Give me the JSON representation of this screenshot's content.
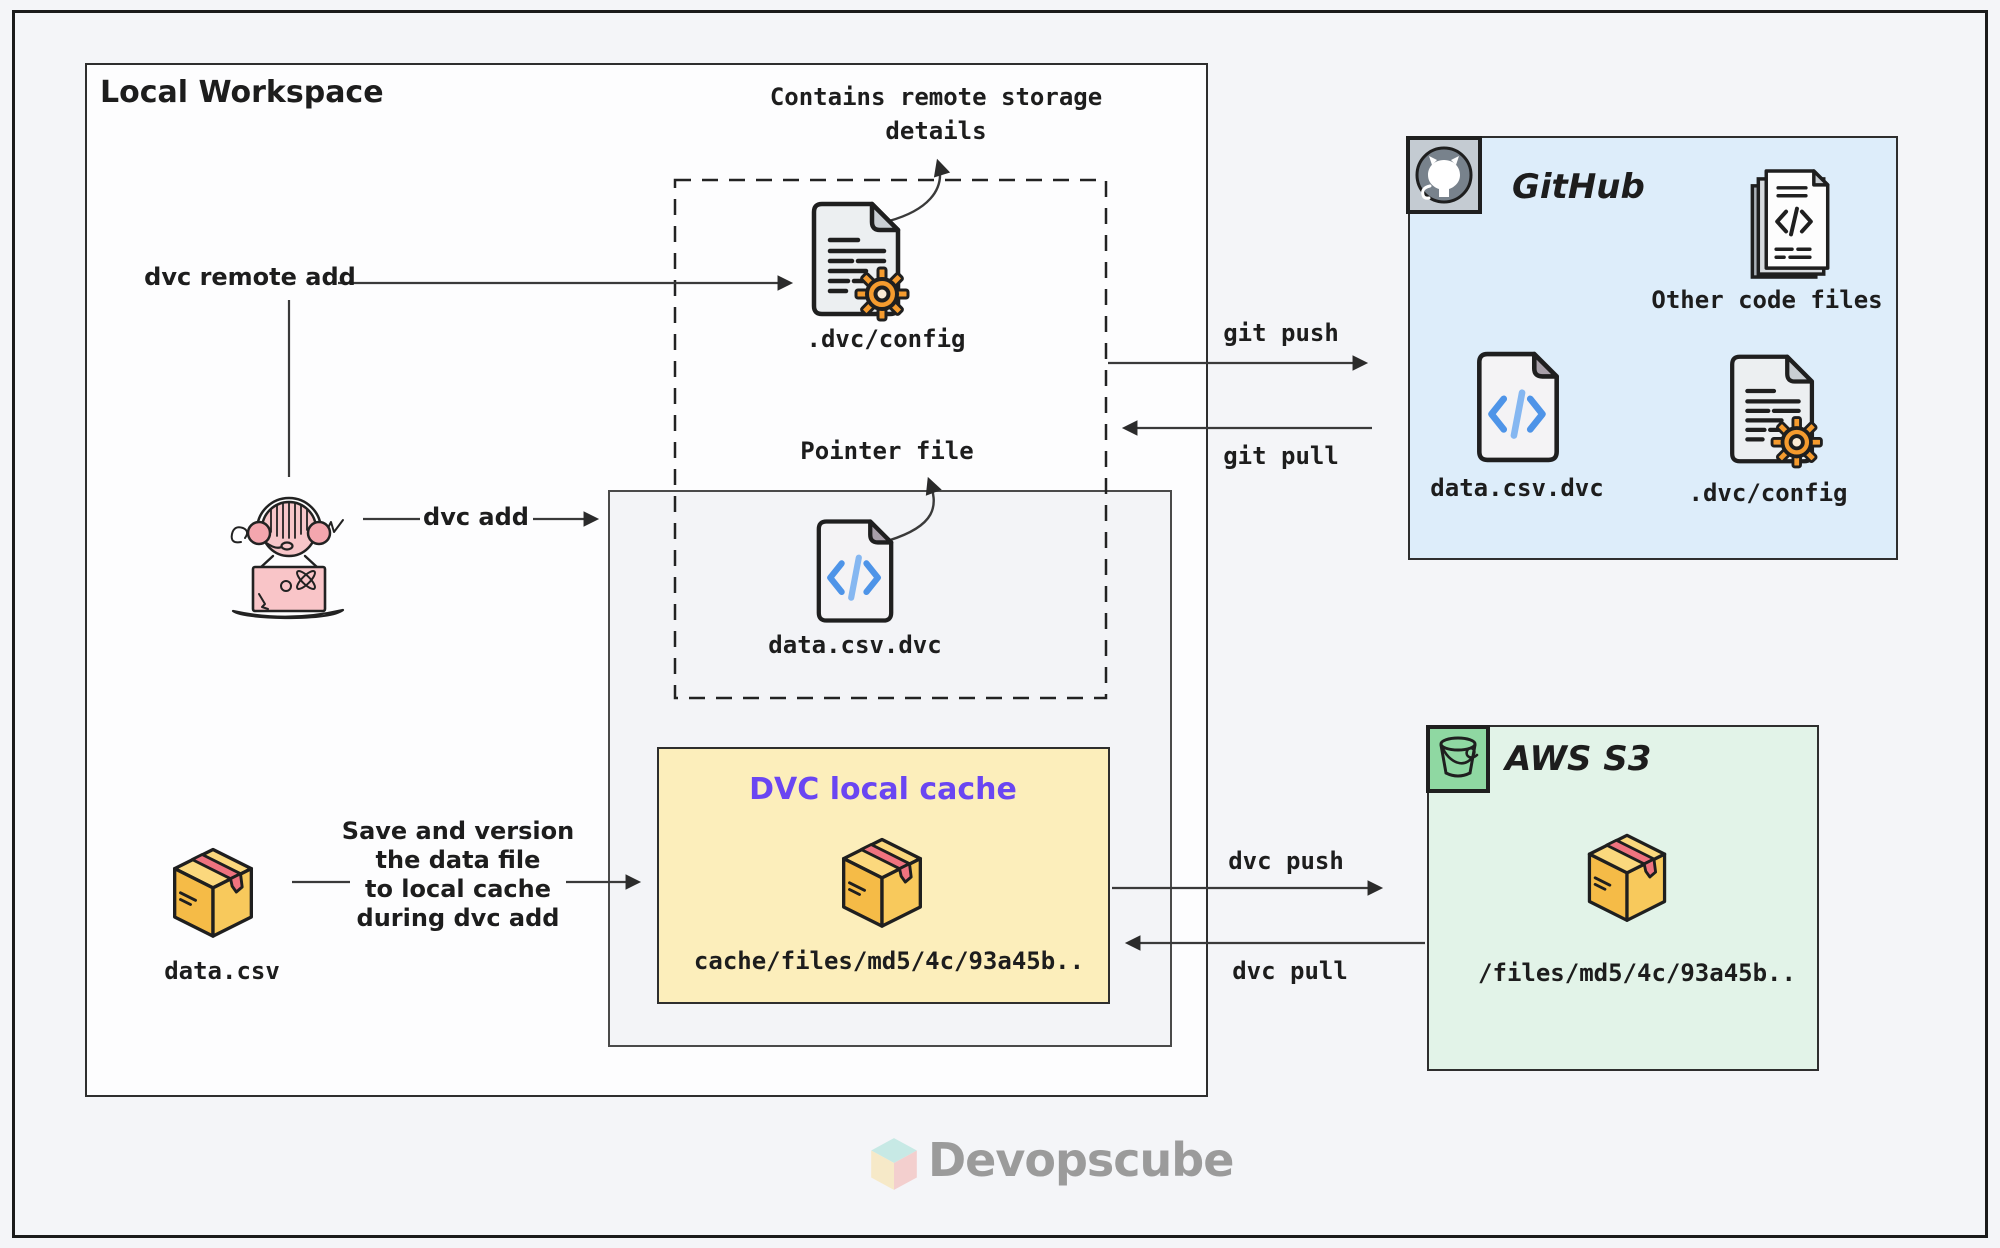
{
  "workspace": {
    "title": "Local Workspace",
    "dvc_remote_add_label": "dvc remote add",
    "dvc_add_label": "dvc add",
    "config_note_line1": "Contains remote storage",
    "config_note_line2": "details",
    "config_file_label": ".dvc/config",
    "pointer_note": "Pointer file",
    "pointer_file_label": "data.csv.dvc",
    "cache_title": "DVC local cache",
    "cache_path": "cache/files/md5/4c/93a45b..",
    "data_file_label": "data.csv",
    "save_note_line1": "Save and version",
    "save_note_line2": "the data file",
    "save_note_line3": "to local cache",
    "save_note_line4": "during dvc add"
  },
  "github": {
    "title": "GitHub",
    "other_code_files_label": "Other code files",
    "pointer_file_label": "data.csv.dvc",
    "config_file_label": ".dvc/config"
  },
  "aws": {
    "title": "AWS S3",
    "bucket_path": "/files/md5/4c/93a45b.."
  },
  "flows": {
    "git_push": "git push",
    "git_pull": "git pull",
    "dvc_push": "dvc push",
    "dvc_pull": "dvc pull"
  },
  "footer": {
    "brand": "Devopscube"
  },
  "colors": {
    "cache_title": "#6a46f2",
    "cache_bg": "#fceebb",
    "github_bg": "#ddedfa",
    "aws_bg": "#e2f3e8",
    "gear_orange": "#f59b2e",
    "code_blue": "#4e94e8",
    "tape_pink": "#f0737f",
    "package_yellow": "#f5bb47",
    "person_pink": "#f7c6c9"
  },
  "icons": [
    "gear-document-icon",
    "code-file-icon",
    "stacked-code-files-icon",
    "package-box-icon",
    "github-octocat-icon",
    "s3-bucket-icon",
    "person-at-laptop-icon",
    "cube-logo-icon"
  ]
}
